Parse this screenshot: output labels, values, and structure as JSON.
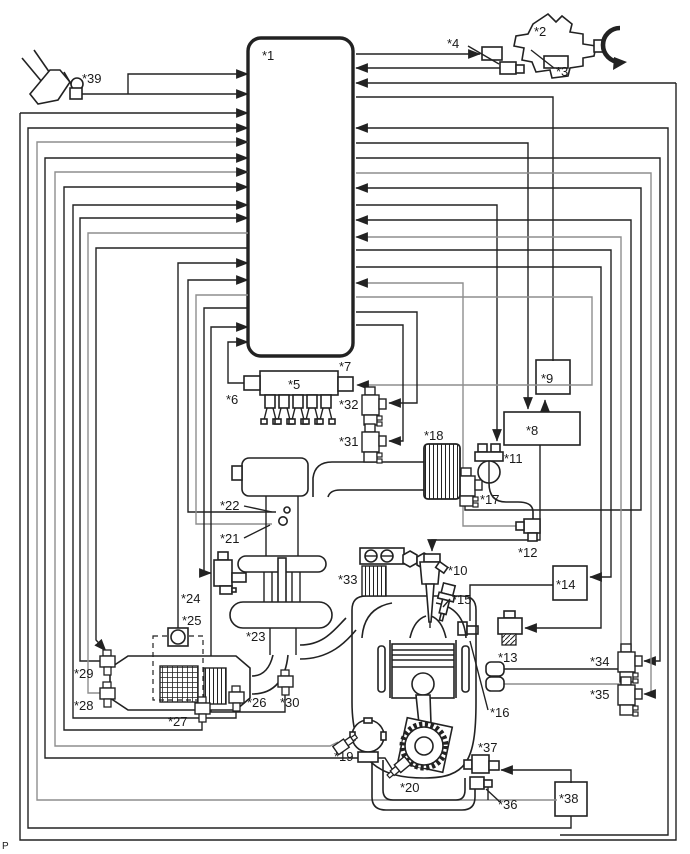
{
  "figure": {
    "corner_mark": "P"
  },
  "colors": {
    "line": "#222222",
    "line_alt": "#8e8e8e"
  },
  "callouts": {
    "c1": "*1",
    "c2": "*2",
    "c3": "*3",
    "c4": "*4",
    "c5": "*5",
    "c6": "*6",
    "c7": "*7",
    "c8": "*8",
    "c9": "*9",
    "c10": "*10",
    "c11": "*11",
    "c12": "*12",
    "c13": "*13",
    "c14": "*14",
    "c15": "*15",
    "c16": "*16",
    "c17": "*17",
    "c18": "*18",
    "c19": "*19",
    "c20": "*20",
    "c21": "*21",
    "c22": "*22",
    "c23": "*23",
    "c24": "*24",
    "c25": "*25",
    "c26": "*26",
    "c27": "*27",
    "c28": "*28",
    "c29": "*29",
    "c30": "*30",
    "c31": "*31",
    "c32": "*32",
    "c33": "*33",
    "c34": "*34",
    "c35": "*35",
    "c36": "*36",
    "c37": "*37",
    "c38": "*38",
    "c39": "*39"
  }
}
